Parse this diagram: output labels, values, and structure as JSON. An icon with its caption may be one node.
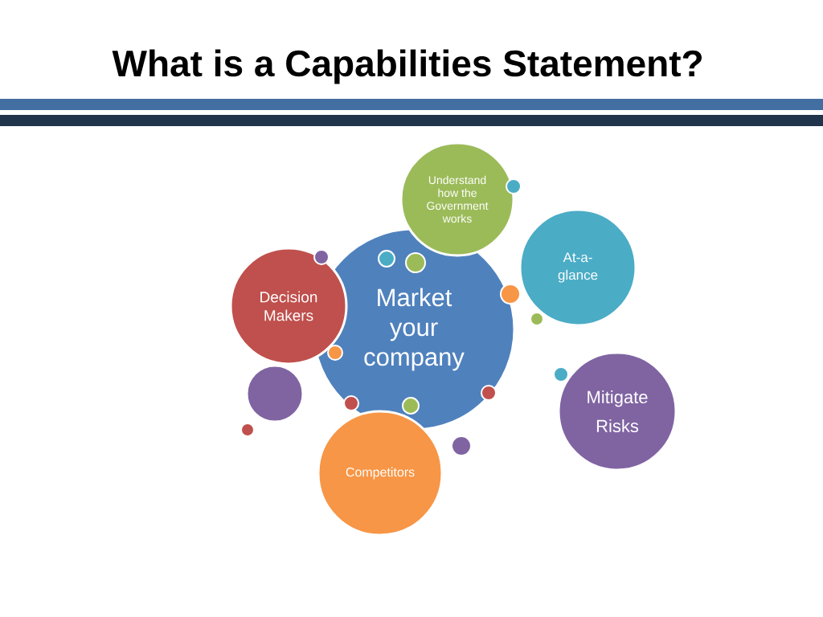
{
  "diagram": {
    "title": "What is a Capabilities Statement?",
    "nodes": [
      {
        "text": [
          "Understand how the Government works"
        ]
      },
      {
        "text": [
          "At-a-glance"
        ]
      },
      {
        "text": [
          "Decision Makers"
        ]
      },
      {
        "text": [
          "Market your company"
        ]
      },
      {
        "text": [
          "Mitigate Risks"
        ]
      },
      {
        "text": [],
        "shape": "circle"
      },
      {
        "text": [
          "Competitors"
        ]
      }
    ]
  }
}
